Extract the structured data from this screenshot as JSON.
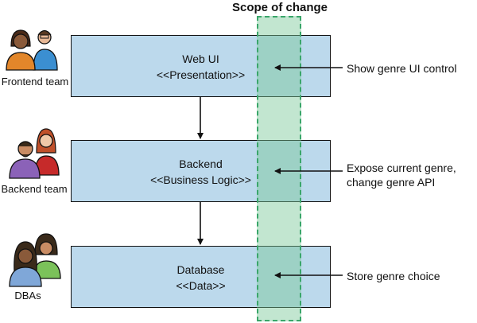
{
  "scope": {
    "title": "Scope of change"
  },
  "layers": [
    {
      "name": "Web UI",
      "stereotype": "<<Presentation>>",
      "annotation": "Show genre UI control"
    },
    {
      "name": "Backend",
      "stereotype": "<<Business Logic>>",
      "annotation": "Expose current genre, change genre API"
    },
    {
      "name": "Database",
      "stereotype": "<<Data>>",
      "annotation": "Store genre choice"
    }
  ],
  "teams": [
    {
      "label": "Frontend team",
      "icon": "two-people-icon"
    },
    {
      "label": "Backend team",
      "icon": "two-people-icon"
    },
    {
      "label": "DBAs",
      "icon": "two-people-icon"
    }
  ],
  "colors": {
    "layer_fill": "#bcd9ec",
    "scope_fill": "#8fd3a8",
    "scope_border": "#3aa66a"
  }
}
